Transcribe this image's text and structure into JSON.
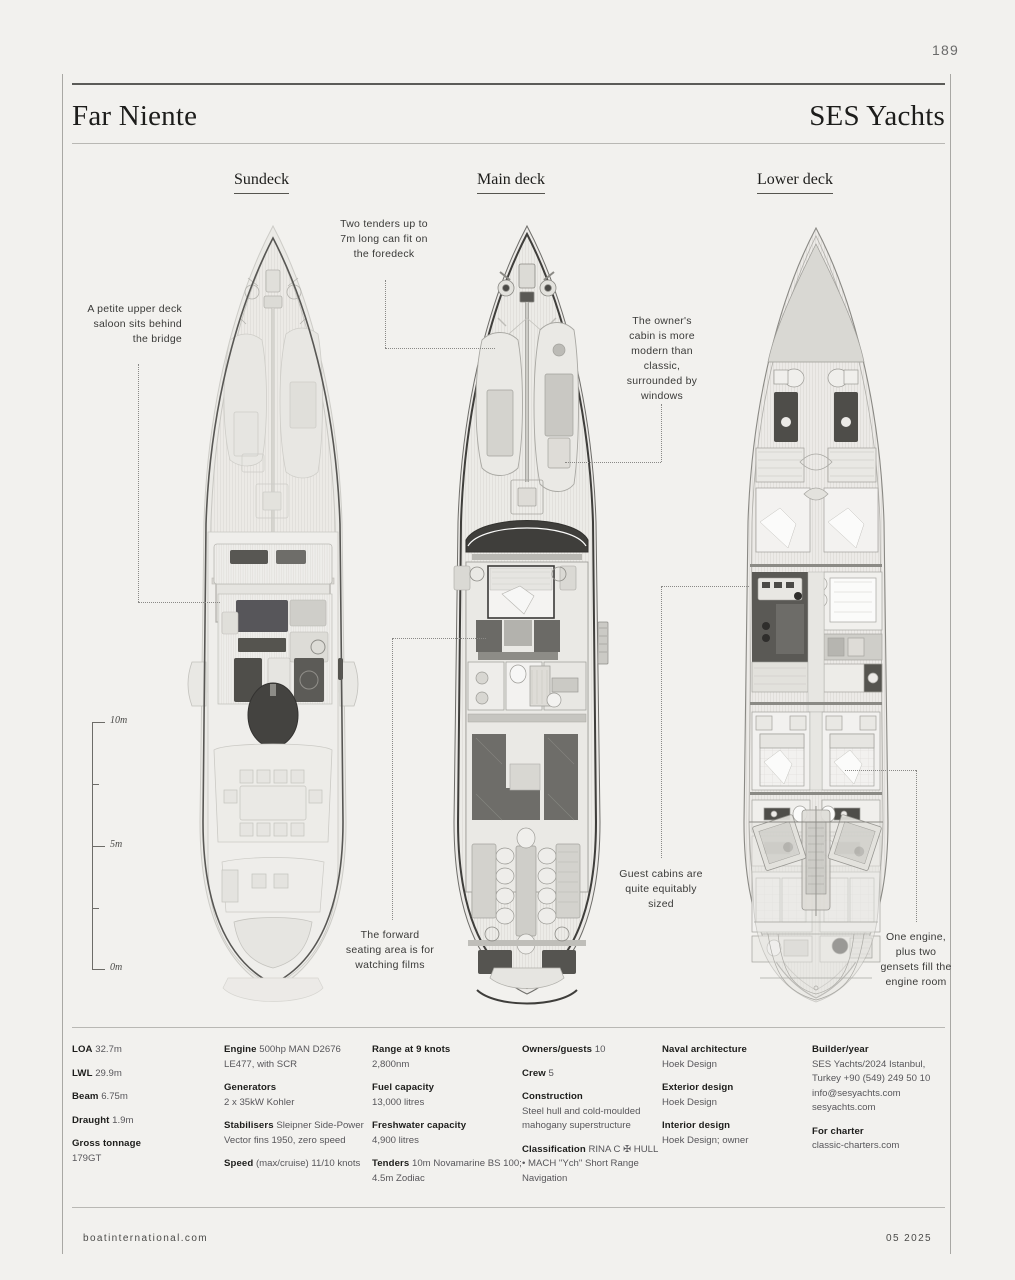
{
  "folio": {
    "page_number": "189"
  },
  "masthead": {
    "yacht_name": "Far Niente",
    "builder": "SES Yachts"
  },
  "deck_headings": [
    {
      "label": "Sundeck"
    },
    {
      "label": "Main deck"
    },
    {
      "label": "Lower deck"
    }
  ],
  "callouts": [
    {
      "id": "upper-saloon",
      "text": "A petite upper deck saloon sits behind the bridge"
    },
    {
      "id": "tenders",
      "text": "Two tenders up to 7m long can fit on the foredeck"
    },
    {
      "id": "owners-cabin",
      "text": "The owner's cabin is more modern than classic, surrounded by windows"
    },
    {
      "id": "forward-seating",
      "text": "The forward seating area is for watching films"
    },
    {
      "id": "guest-cabins",
      "text": "Guest cabins are quite equitably sized"
    },
    {
      "id": "engine-room",
      "text": "One engine, plus two gensets fill the engine room"
    }
  ],
  "scale": {
    "labels": [
      "10m",
      "5m",
      "0m"
    ]
  },
  "specs": {
    "col1": [
      {
        "label": "LOA",
        "value": "32.7m"
      },
      {
        "label": "LWL",
        "value": "29.9m"
      },
      {
        "label": "Beam",
        "value": "6.75m"
      },
      {
        "label": "Draught",
        "value": "1.9m"
      },
      {
        "label": "Gross tonnage",
        "value": "179GT"
      }
    ],
    "col2": [
      {
        "label": "Engine",
        "value": "500hp MAN D2676 LE477, with SCR"
      },
      {
        "label": "Generators",
        "value": "2 x 35kW Kohler"
      },
      {
        "label": "Stabilisers",
        "value": "Sleipner Side-Power Vector fins 1950, zero speed"
      },
      {
        "label": "Speed",
        "value": "(max/cruise) 11/10 knots"
      }
    ],
    "col3": [
      {
        "label": "Range at 9 knots",
        "value": "2,800nm"
      },
      {
        "label": "Fuel capacity",
        "value": "13,000 litres"
      },
      {
        "label": "Freshwater capacity",
        "value": "4,900 litres"
      },
      {
        "label": "Tenders",
        "value": "10m Novamarine BS 100; 4.5m Zodiac"
      }
    ],
    "col4": [
      {
        "label": "Owners/guests",
        "value": "10"
      },
      {
        "label": "Crew",
        "value": "5"
      },
      {
        "label": "Construction",
        "value": "Steel hull and cold-moulded mahogany superstructure"
      },
      {
        "label": "Classification",
        "value": "RINA C ✠ HULL • MACH \"Ych\" Short Range Navigation"
      }
    ],
    "col5": [
      {
        "label": "Naval architecture",
        "value": "Hoek Design"
      },
      {
        "label": "Exterior design",
        "value": "Hoek Design"
      },
      {
        "label": "Interior design",
        "value": "Hoek Design; owner"
      }
    ],
    "col6": [
      {
        "label": "Builder/year",
        "value": "SES Yachts/2024 Istanbul, Turkey +90 (549) 249 50 10 info@sesyachts.com sesyachts.com"
      },
      {
        "label": "For charter",
        "value": "classic-charters.com"
      }
    ]
  },
  "footer": {
    "site": "boatinternational.com",
    "issue": "05 2025"
  },
  "colors": {
    "page_bg": "#f2f1ee",
    "rule_dark": "#5b5b58",
    "rule_light": "#b9b8b4",
    "text": "#1d1d1b",
    "muted": "#57565a",
    "hull_line": "#3a3a38",
    "deck_fill": "#e9e8e4"
  }
}
